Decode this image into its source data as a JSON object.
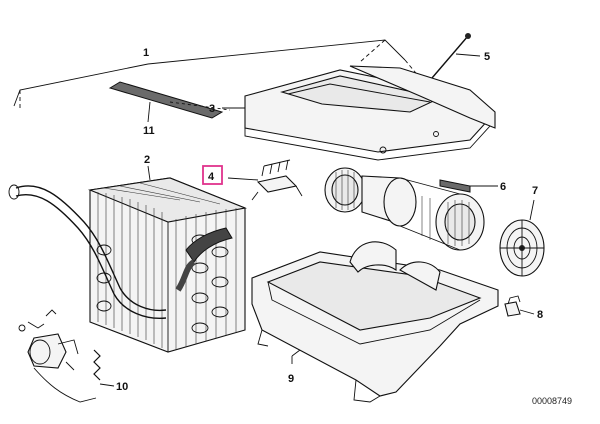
{
  "diagram": {
    "callouts": [
      {
        "id": "1",
        "label": "1"
      },
      {
        "id": "2",
        "label": "2"
      },
      {
        "id": "3",
        "label": "3"
      },
      {
        "id": "4",
        "label": "4"
      },
      {
        "id": "5",
        "label": "5"
      },
      {
        "id": "6",
        "label": "6"
      },
      {
        "id": "7",
        "label": "7"
      },
      {
        "id": "8",
        "label": "8"
      },
      {
        "id": "9",
        "label": "9"
      },
      {
        "id": "10",
        "label": "10"
      },
      {
        "id": "11",
        "label": "11"
      }
    ],
    "figure_number": "00008749",
    "highlight_color": "#e0338c"
  }
}
